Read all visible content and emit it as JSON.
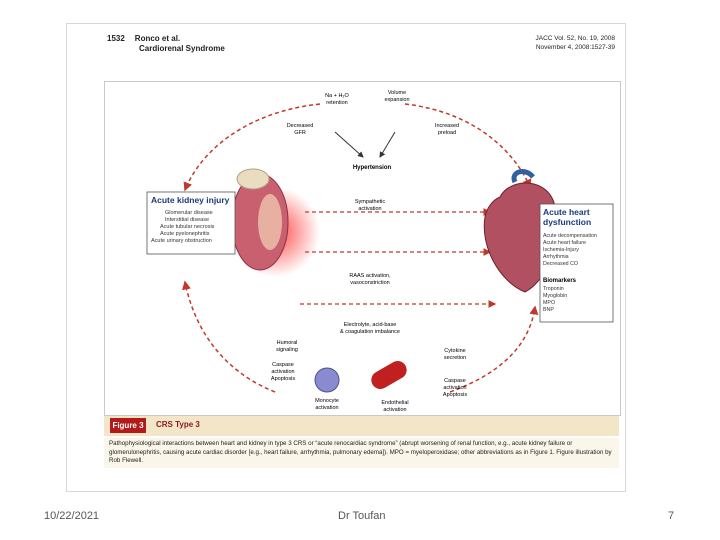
{
  "header": {
    "page_number": "1532",
    "authors": "Ronco et al.",
    "topic": "Cardiorenal Syndrome",
    "journal": "JACC Vol. 52, No. 19, 2008",
    "date_pages": "November 4, 2008:1527-39"
  },
  "diagram": {
    "top_left": [
      "Na + H₂O",
      "retention"
    ],
    "top_right": [
      "Volume",
      "expansion"
    ],
    "decreased_gfr": [
      "Decreased",
      "GFR"
    ],
    "increased_preload": [
      "Increased",
      "preload"
    ],
    "hypertension": "Hypertension",
    "sympathetic": [
      "Sympathetic",
      "activation"
    ],
    "raas": [
      "RAAS activation,",
      "vasoconstriction"
    ],
    "electrolyte": [
      "Electrolyte, acid-base",
      "& coagulation imbalance"
    ],
    "humoral": [
      "Humoral",
      "signaling"
    ],
    "caspase": [
      "Caspase",
      "activation",
      "Apoptosis"
    ],
    "monocyte": [
      "Monocyte",
      "activation"
    ],
    "endothelial": [
      "Endothelial",
      "activation"
    ],
    "cytokine": [
      "Cytokine",
      "secretion"
    ],
    "caspase_right": [
      "Caspase",
      "activation",
      "Apoptosis"
    ],
    "aki_title": "Acute kidney injury",
    "aki_items": [
      "Glomerular disease",
      "Interstitial disease",
      "Acute tubular necrosis",
      "Acute pyelonephritis",
      "Acute urinary obstruction"
    ],
    "ahd_title": [
      "Acute heart",
      "dysfunction"
    ],
    "ahd_items": [
      "Acute decompensation",
      "Acute heart failure",
      "Ischemia-Injury",
      "Arrhythmia",
      "Decreased CO"
    ],
    "biomarkers_title": "Biomarkers",
    "biomarkers": [
      "Troponin",
      "Myoglobin",
      "MPO",
      "BNP"
    ]
  },
  "figure": {
    "label": "Figure 3",
    "title": "CRS Type 3",
    "caption": "Pathophysiological interactions between heart and kidney in type 3 CRS or “acute renocardiac syndrome” (abrupt worsening of renal function, e.g., acute kidney failure or glomerulonephritis, causing acute cardiac disorder [e.g., heart failure, arrhythmia, pulmonary edema]). MPO = myeloperoxidase; other abbreviations as in Figure 1. Figure illustration by Rob Flewell."
  },
  "footer": {
    "date": "10/22/2021",
    "author": "Dr Toufan",
    "page": "7"
  },
  "colors": {
    "arrow": "#c0392b",
    "kidney": "#c9606f",
    "heart": "#b05060",
    "caption_bg": "#f3e6c8",
    "label_red": "#b31b1b"
  }
}
